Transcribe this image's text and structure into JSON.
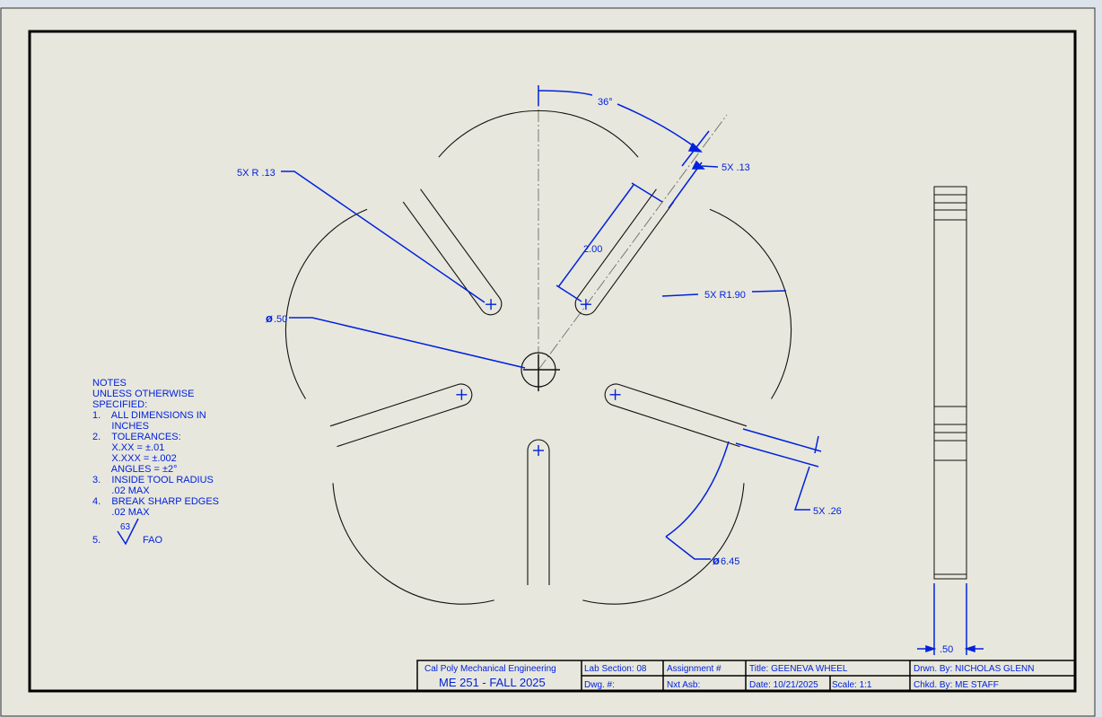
{
  "colors": {
    "sheet": "#e8e7dd",
    "border": "#000000",
    "geometry": "#111111",
    "dimension": "#0022dd",
    "centerline": "#777777"
  },
  "dimensions": {
    "angle": "36°",
    "slot_radius": "5X R .13",
    "slot_width": "5X .13",
    "slot_length": "2.00",
    "outer_arc_radius": "5X R1.90",
    "bore_dia": ".50",
    "slot_width_2": "5X .26",
    "outer_dia": "6.45",
    "thickness": ".50"
  },
  "notes": {
    "lines": [
      "NOTES",
      "UNLESS OTHERWISE",
      "SPECIFIED:",
      "1.    ALL DIMENSIONS IN",
      "       INCHES",
      "2.    TOLERANCES:",
      "       X.XX = ±.01",
      "       X.XXX = ±.002",
      "       ANGLES = ±2°",
      "3.    INSIDE TOOL RADIUS",
      "       .02 MAX",
      "4.    BREAK SHARP EDGES",
      "       .02 MAX"
    ],
    "finish_value": "63",
    "note5_num": "5.",
    "note5_text": "FAO"
  },
  "title_block": {
    "org": "Cal Poly Mechanical Engineering",
    "course": "ME 251 - FALL 2025",
    "lab_section": "Lab Section: 08",
    "dwg_no": "Dwg. #:",
    "assignment": "Assignment #",
    "next_asb": "Nxt Asb:",
    "title": "Title: GEENEVA WHEEL",
    "date": "Date: 10/21/2025",
    "scale": "Scale: 1:1",
    "drawn_by": "Drwn. By: NICHOLAS GLENN",
    "checked_by": "Chkd. By: ME STAFF"
  }
}
